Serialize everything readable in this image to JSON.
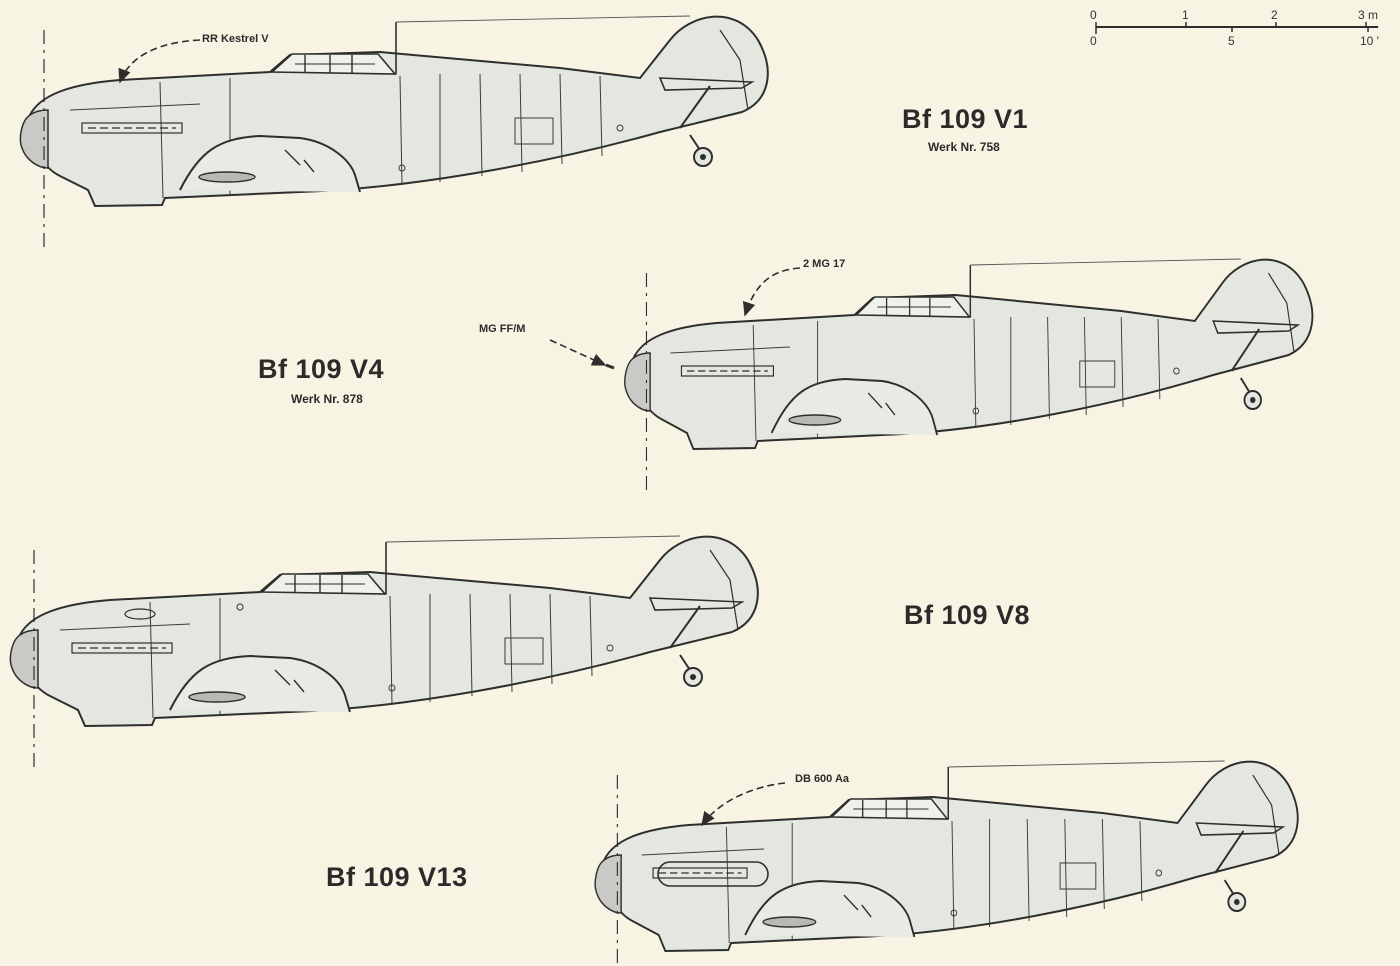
{
  "scale": {
    "metric_labels": [
      "0",
      "1",
      "2",
      "3 m"
    ],
    "imperial_labels": [
      "0",
      "5",
      "10 '"
    ]
  },
  "aircraft": [
    {
      "title": "Bf 109 V1",
      "werk": "Werk Nr. 758",
      "callouts": [
        "RR Kestrel V"
      ]
    },
    {
      "title": "Bf 109 V4",
      "werk": "Werk Nr. 878",
      "callouts": [
        "2 MG 17",
        "MG FF/M"
      ]
    },
    {
      "title": "Bf 109 V8",
      "werk": "",
      "callouts": []
    },
    {
      "title": "Bf 109 V13",
      "werk": "",
      "callouts": [
        "DB 600 Aa"
      ]
    }
  ],
  "colors": {
    "paper": "#f7f4e3",
    "fill": "#e4e7df",
    "line": "#2e2e2e",
    "spinner": "#c9c9c6"
  }
}
